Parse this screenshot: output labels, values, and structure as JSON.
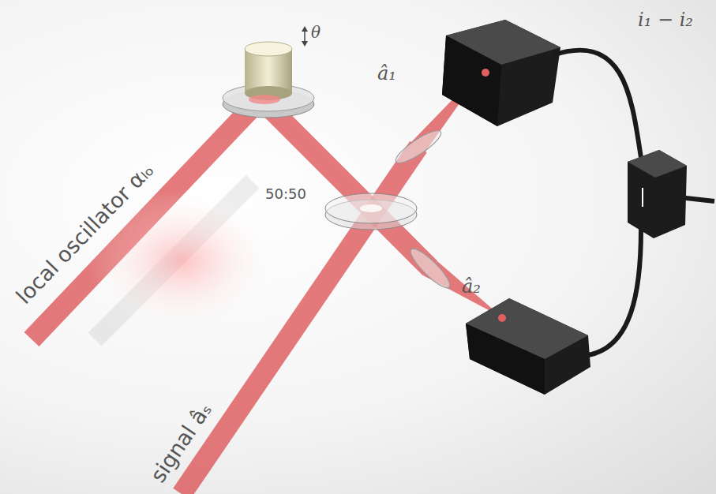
{
  "diagram": {
    "labels": [
      "θ",
      "local oscillator αₗₒ",
      "signal âₛ",
      "50:50",
      "â₁",
      "â₂",
      "i₁ − i₂"
    ]
  }
}
